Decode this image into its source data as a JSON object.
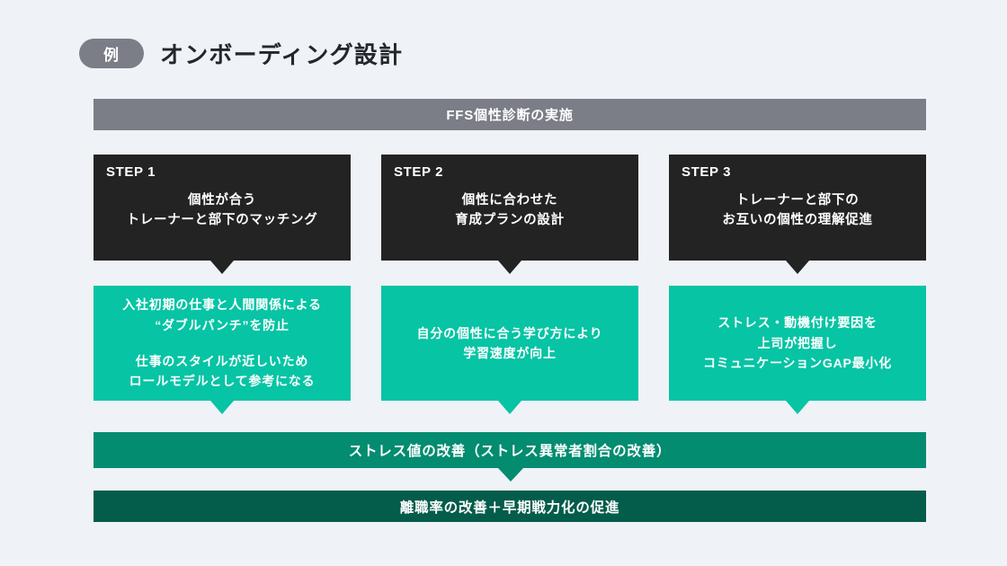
{
  "header": {
    "badge": "例",
    "title": "オンボーディング設計"
  },
  "top_bar": {
    "label": "FFS個性診断の実施"
  },
  "steps": [
    {
      "step_label": "STEP 1",
      "line1": "個性が合う",
      "line2": "トレーナーと部下のマッチング"
    },
    {
      "step_label": "STEP 2",
      "line1": "個性に合わせた",
      "line2": "育成プランの設計"
    },
    {
      "step_label": "STEP 3",
      "line1": "トレーナーと部下の",
      "line2": "お互いの個性の理解促進"
    }
  ],
  "outcomes": [
    {
      "p1_l1": "入社初期の仕事と人間関係による",
      "p1_l2": "“ダブルパンチ”を防止",
      "p2_l1": "仕事のスタイルが近しいため",
      "p2_l2": "ロールモデルとして参考になる"
    },
    {
      "p1_l1": "自分の個性に合う学び方により",
      "p1_l2": "学習速度が向上",
      "p2_l1": "",
      "p2_l2": ""
    },
    {
      "p1_l1": "ストレス・動機付け要因を",
      "p1_l2": "上司が把握し",
      "p2_l1": "コミュニケーションGAP最小化",
      "p2_l2": ""
    }
  ],
  "result_bar": {
    "label": "ストレス値の改善（ストレス異常者割合の改善）"
  },
  "final_bar": {
    "label": "離職率の改善＋早期戦力化の促進"
  },
  "colors": {
    "background": "#eff2f7",
    "gray_bar": "#7b7d87",
    "step_box": "#232323",
    "green_box": "#06c4a4",
    "teal_bar": "#038c70",
    "dark_green_bar": "#045c4a",
    "title_text": "#23272b"
  }
}
